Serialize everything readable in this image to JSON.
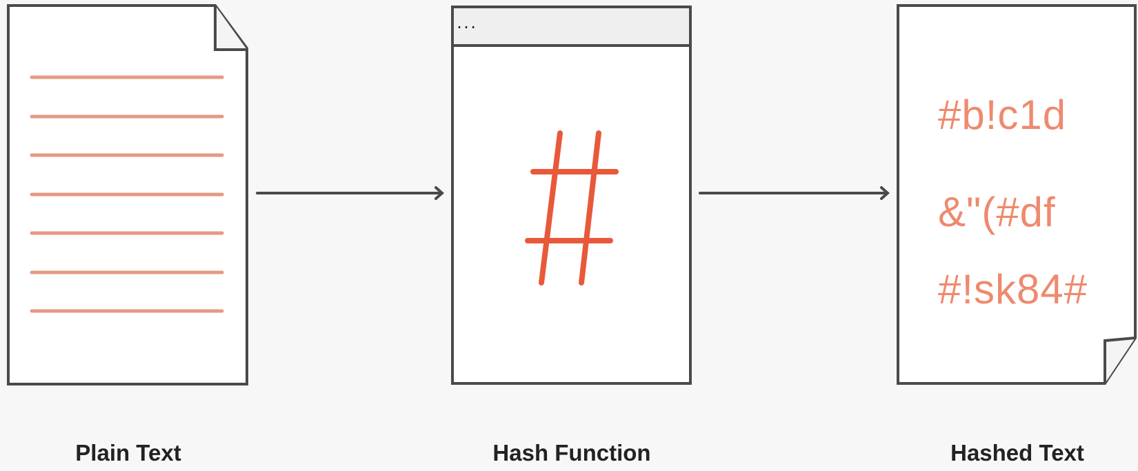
{
  "colors": {
    "accent": "#e8593a",
    "line_salmon": "#e49a82",
    "hash_text": "#ee8a6e",
    "stroke": "#4a4a4a",
    "background": "#f7f7f7"
  },
  "plain_text_doc": {
    "caption": "Plain Text",
    "icon": "document-lines-icon"
  },
  "hash_function_window": {
    "caption": "Hash Function",
    "title_dots": "...",
    "symbol": "#",
    "icon": "hash-symbol-icon"
  },
  "hashed_text_doc": {
    "caption": "Hashed Text",
    "lines": [
      "#b!c1d",
      "&\"(#df",
      "#!sk84#"
    ]
  }
}
